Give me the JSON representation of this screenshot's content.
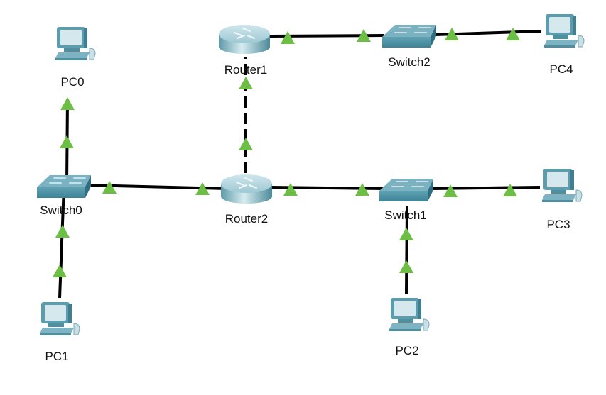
{
  "diagram": {
    "type": "network-topology",
    "link_status_color": "#6cbe45",
    "link_color": "#000000",
    "devices": [
      {
        "id": "PC0",
        "label": "PC0",
        "kind": "pc"
      },
      {
        "id": "PC1",
        "label": "PC1",
        "kind": "pc"
      },
      {
        "id": "PC2",
        "label": "PC2",
        "kind": "pc"
      },
      {
        "id": "PC3",
        "label": "PC3",
        "kind": "pc"
      },
      {
        "id": "PC4",
        "label": "PC4",
        "kind": "pc"
      },
      {
        "id": "Switch0",
        "label": "Switch0",
        "kind": "switch"
      },
      {
        "id": "Switch1",
        "label": "Switch1",
        "kind": "switch"
      },
      {
        "id": "Switch2",
        "label": "Switch2",
        "kind": "switch"
      },
      {
        "id": "Router1",
        "label": "Router1",
        "kind": "router"
      },
      {
        "id": "Router2",
        "label": "Router2",
        "kind": "router"
      }
    ],
    "links": [
      {
        "from": "PC0",
        "to": "Switch0",
        "style": "solid",
        "status": "up"
      },
      {
        "from": "PC1",
        "to": "Switch0",
        "style": "solid",
        "status": "up"
      },
      {
        "from": "Switch0",
        "to": "Router2",
        "style": "solid",
        "status": "up"
      },
      {
        "from": "Router2",
        "to": "Router1",
        "style": "dashed",
        "status": "up"
      },
      {
        "from": "Router2",
        "to": "Switch1",
        "style": "solid",
        "status": "up"
      },
      {
        "from": "Switch1",
        "to": "PC3",
        "style": "solid",
        "status": "up"
      },
      {
        "from": "Switch1",
        "to": "PC2",
        "style": "solid",
        "status": "up"
      },
      {
        "from": "Router1",
        "to": "Switch2",
        "style": "solid",
        "status": "up"
      },
      {
        "from": "Switch2",
        "to": "PC4",
        "style": "solid",
        "status": "up"
      }
    ]
  }
}
